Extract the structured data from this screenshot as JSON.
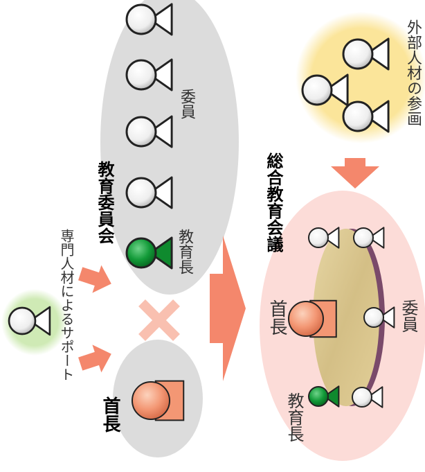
{
  "labels": {
    "support": "専門人材によるサポート",
    "mayor_left": "首長",
    "board": "教育委員会",
    "members_top": "委員",
    "superintendent_top": "教育長",
    "conference": "総合教育会議",
    "external": "外部人材の参画",
    "mayor_right": "首長",
    "superintendent_right": "教育長",
    "members_right": "委員"
  },
  "colors": {
    "gray_ellipse": "#dcdcdc",
    "pink_ellipse": "#fcdcd8",
    "yellow_glow": "#fbe59a",
    "green_glow": "#cfeab5",
    "arrow": "#f4876c",
    "cross": "#f9c0b0",
    "table_wood": "#d8c48c",
    "table_edge": "#7a4a6a",
    "green_figure": "#0f8a2e",
    "mayor_figure": "#f39774"
  },
  "icons": [
    "person-icon",
    "superintendent-icon",
    "mayor-icon",
    "round-table-icon",
    "arrow-icon",
    "cross-icon"
  ]
}
